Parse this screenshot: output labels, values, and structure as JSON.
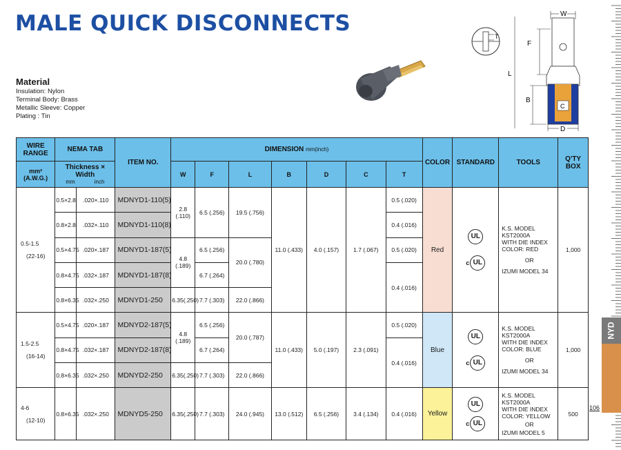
{
  "page": {
    "title": "MALE QUICK DISCONNECTS",
    "section_tab": "NYD",
    "page_number": "106"
  },
  "material": {
    "heading": "Material",
    "lines": [
      "Insulation: Nylon",
      "Terminal Body: Brass",
      "Metallic Sleeve: Copper",
      "Plating : Tin"
    ]
  },
  "drawing_labels": {
    "W": "W",
    "F": "F",
    "L": "L",
    "B": "B",
    "C": "C",
    "D": "D",
    "T": "T"
  },
  "table": {
    "headers": {
      "wire_range": "WIRE RANGE",
      "nema_tab": "NEMA TAB",
      "item_no": "ITEM NO.",
      "dimension": "DIMENSION",
      "dimension_unit": "mm(inch)",
      "color": "COLOR",
      "standard": "STANDARD",
      "tools": "TOOLS",
      "qty": "Q'TY BOX",
      "mm2": "mm²",
      "awg": "(A.W.G.)",
      "thickness_width": "Thickness × Width",
      "mm": "mm",
      "inch": "inch",
      "cols": [
        "W",
        "F",
        "L",
        "B",
        "D",
        "C",
        "T"
      ]
    },
    "groups": [
      {
        "range": "0.5-1.5",
        "awg": "(22-16)",
        "color": "Red",
        "qty": "1,000",
        "tools": [
          "K.S. MODEL",
          "KST2000A",
          "WITH DIE INDEX",
          "COLOR: RED",
          "OR",
          "IZUMI MODEL 34"
        ],
        "B": "11.0 (.433)",
        "D": "4.0 (.157)",
        "C": "1.7 (.067)",
        "rows": [
          {
            "mm": "0.5×2.8",
            "inch": ".020×.110",
            "item": "MDNYD1-110(5)",
            "W": "2.8 (.110)",
            "F": "6.5 (.256)",
            "L": "19.5 (.756)",
            "T": "0.5 (.020)"
          },
          {
            "mm": "0.8×2.8",
            "inch": ".032×.110",
            "item": "MDNYD1-110(8)",
            "T": "0.4 (.016)"
          },
          {
            "mm": "0.5×4.75",
            "inch": ".020×.187",
            "item": "MDNYD1-187(5)",
            "W": "4.8 (.189)",
            "F": "6.5 (.256)",
            "L": "20.0 (.780)",
            "T": "0.5 (.020)"
          },
          {
            "mm": "0.8×4.75",
            "inch": ".032×.187",
            "item": "MDNYD1-187(8)",
            "F": "6.7 (.264)",
            "T": "0.4 (.016)"
          },
          {
            "mm": "0.8×6.35",
            "inch": ".032×.250",
            "item": "MDNYD1-250",
            "W": "6.35(.250)",
            "F": "7.7 (.303)",
            "L": "22.0 (.866)"
          }
        ]
      },
      {
        "range": "1.5-2.5",
        "awg": "(16-14)",
        "color": "Blue",
        "qty": "1,000",
        "tools": [
          "K.S. MODEL",
          "KST2000A",
          "WITH DIE INDEX",
          "COLOR: BLUE",
          "OR",
          "IZUMI MODEL 34"
        ],
        "B": "11.0 (.433)",
        "D": "5.0 (.197)",
        "C": "2.3 (.091)",
        "rows": [
          {
            "mm": "0.5×4.75",
            "inch": ".020×.187",
            "item": "MDNYD2-187(5)",
            "W": "4.8 (.189)",
            "F": "6.5 (.256)",
            "L": "20.0 (.787)",
            "T": "0.5 (.020)"
          },
          {
            "mm": "0.8×4.75",
            "inch": ".032×.187",
            "item": "MDNYD2-187(8)",
            "F": "6.7 (.264)",
            "T": "0.4 (.016)"
          },
          {
            "mm": "0.8×6.35",
            "inch": ".032×.250",
            "item": "MDNYD2-250",
            "W": "6.35(.250)",
            "F": "7.7 (.303)",
            "L": "22.0 (.866)"
          }
        ]
      },
      {
        "range": "4-6",
        "awg": "(12-10)",
        "color": "Yellow",
        "qty": "500",
        "tools": [
          "K.S. MODEL",
          "KST2000A",
          "WITH DIE INDEX",
          "COLOR: YELLOW",
          "OR",
          "IZUMI MODEL 5"
        ],
        "rows": [
          {
            "mm": "0.8×6.35",
            "inch": ".032×.250",
            "item": "MDNYD5-250",
            "W": "6.35(.250)",
            "F": "7.7 (.303)",
            "L": "24.0 (.945)",
            "B": "13.0 (.512)",
            "D": "6.5 (.256)",
            "C": "3.4 (.134)",
            "T": "0.4 (.016)"
          }
        ]
      }
    ],
    "ul_mark": "UL",
    "c_mark": "c"
  },
  "colors": {
    "title": "#1d4fa3",
    "header": "#6cbfe9",
    "item_bg": "#cbcbcb",
    "red": "#f8ddd2",
    "blue": "#cfe7f7",
    "yellow": "#fbf29a",
    "tab": "#d9904a"
  }
}
